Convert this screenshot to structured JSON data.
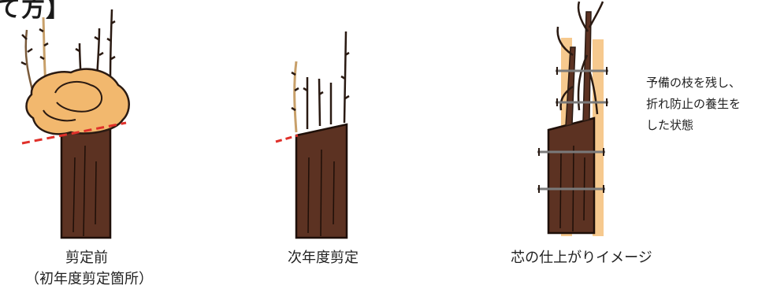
{
  "heading": "て方】",
  "panels": [
    {
      "caption_line1": "剪定前",
      "caption_line2": "（初年度剪定箇所）"
    },
    {
      "caption_line1": "次年度剪定"
    },
    {
      "caption_line1": "芯の仕上がりイメージ"
    }
  ],
  "note": {
    "lines": [
      "予備の枝を残し、",
      "折れ防止の養生を",
      "した状態"
    ]
  },
  "colors": {
    "trunk": "#5c3222",
    "trunk_outline": "#1e0f08",
    "foliage": "#f2b86e",
    "stake": "#f6c98e",
    "cut_line": "#e0302a",
    "tie": "#7a7a7a"
  }
}
